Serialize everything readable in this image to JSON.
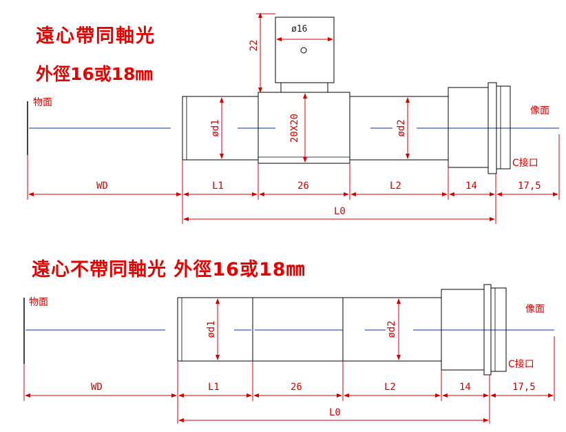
{
  "top": {
    "title_line1": "遠心帶同軸光",
    "title_line2": "外徑16或18㎜",
    "object_plane": "物面",
    "image_plane": "像面",
    "mount": "C接口",
    "dims": {
      "wd": "WD",
      "l1": "L1",
      "mid": "26",
      "l2": "L2",
      "c1": "14",
      "c2": "17,5",
      "l0": "L0",
      "d1": "ød1",
      "d2": "ød2",
      "sq": "20X20",
      "h22": "22",
      "d16": "ø16"
    }
  },
  "bottom": {
    "title": "遠心不帶同軸光  外徑16或18㎜",
    "object_plane": "物面",
    "image_plane": "像面",
    "mount": "C接口",
    "dims": {
      "wd": "WD",
      "l1": "L1",
      "mid": "26",
      "l2": "L2",
      "c1": "14",
      "c2": "17,5",
      "l0": "L0",
      "d1": "ød1",
      "d2": "ød2"
    }
  }
}
